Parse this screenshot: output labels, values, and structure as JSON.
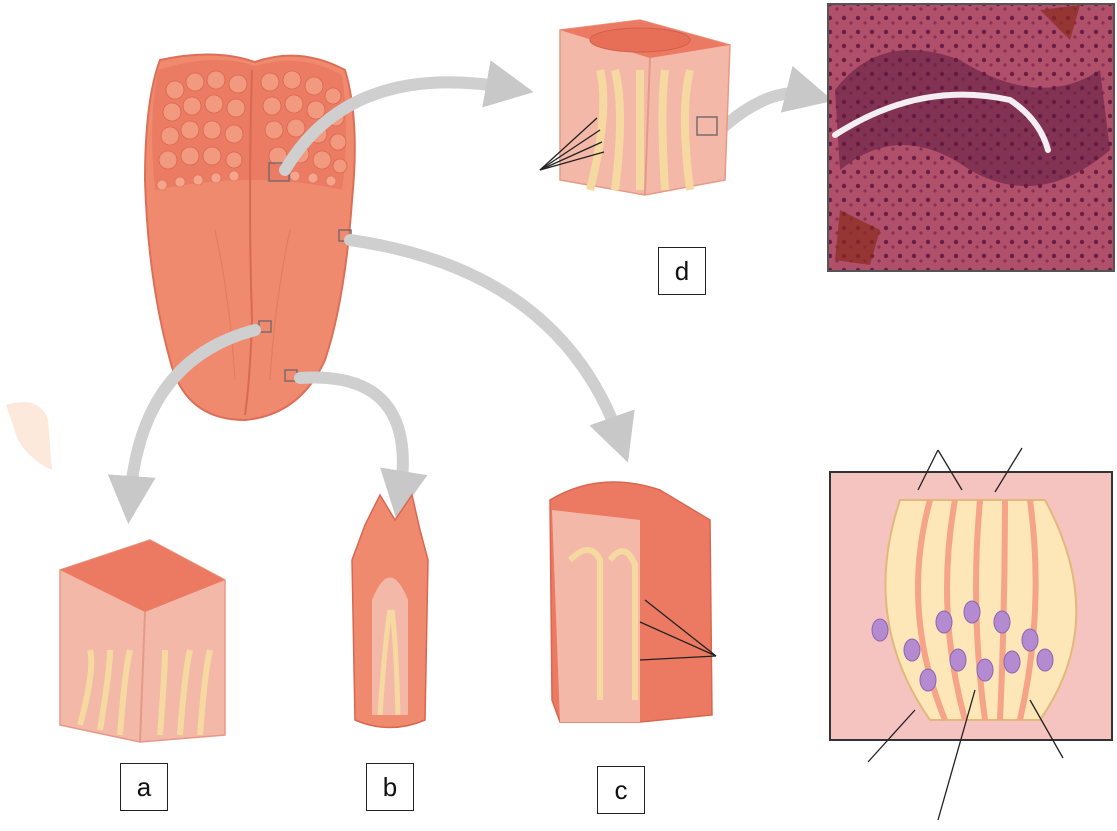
{
  "labels": {
    "a": "a",
    "b": "b",
    "c": "c",
    "d": "d"
  },
  "colors": {
    "tongue": "#f08a6e",
    "tongue_dark": "#e0705a",
    "tissue": "#f3b8a8",
    "tissue_top": "#ec7a63",
    "nerve": "#f6d9a0",
    "arrow": "#cfcfcf",
    "micrograph_bg": "#a8455e",
    "taste_cell": "#b48bd0"
  },
  "icons": [
    "tongue-illustration",
    "taste-bud-illustration",
    "micrograph-image"
  ]
}
